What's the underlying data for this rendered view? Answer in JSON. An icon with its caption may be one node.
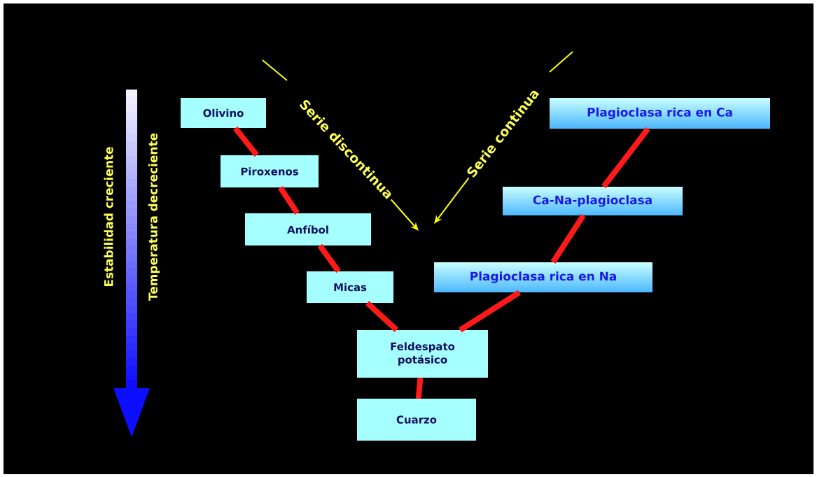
{
  "diagram": {
    "nodes": [
      {
        "text": [
          "Olivino"
        ]
      },
      {
        "text": [
          "Piroxenos"
        ]
      },
      {
        "text": [
          "Anfíbol"
        ]
      },
      {
        "text": [
          "Micas"
        ]
      },
      {
        "text": [
          "Feldespato potásico"
        ]
      },
      {
        "text": [
          "Cuarzo"
        ]
      },
      {
        "text": [
          "Plagioclasa rica en Ca"
        ]
      },
      {
        "text": [
          "Ca-Na-plagioclasa"
        ]
      },
      {
        "text": [
          "Plagioclasa rica en Na"
        ]
      },
      {
        "text": [
          "Serie discontinua"
        ]
      },
      {
        "text": [
          "Serie continua"
        ]
      }
    ],
    "edges": [
      {
        "from": 0,
        "to": 1,
        "arrow": "none"
      },
      {
        "from": 1,
        "to": 2,
        "arrow": "none"
      },
      {
        "from": 2,
        "to": 3,
        "arrow": "none"
      },
      {
        "from": 3,
        "to": 4,
        "arrow": "none"
      },
      {
        "from": 4,
        "to": 5,
        "arrow": "none"
      },
      {
        "from": 6,
        "to": 7,
        "arrow": "none"
      },
      {
        "from": 7,
        "to": 8,
        "arrow": "none"
      },
      {
        "from": 8,
        "to": 4,
        "arrow": "none"
      },
      {
        "from": 9,
        "to": null,
        "arrow": "to",
        "color": "#ffff00"
      },
      {
        "from": 10,
        "to": null,
        "arrow": "to",
        "color": "#ffff00"
      }
    ],
    "labels": [
      "Estabilidad creciente",
      "Temperatura decreciente"
    ]
  }
}
